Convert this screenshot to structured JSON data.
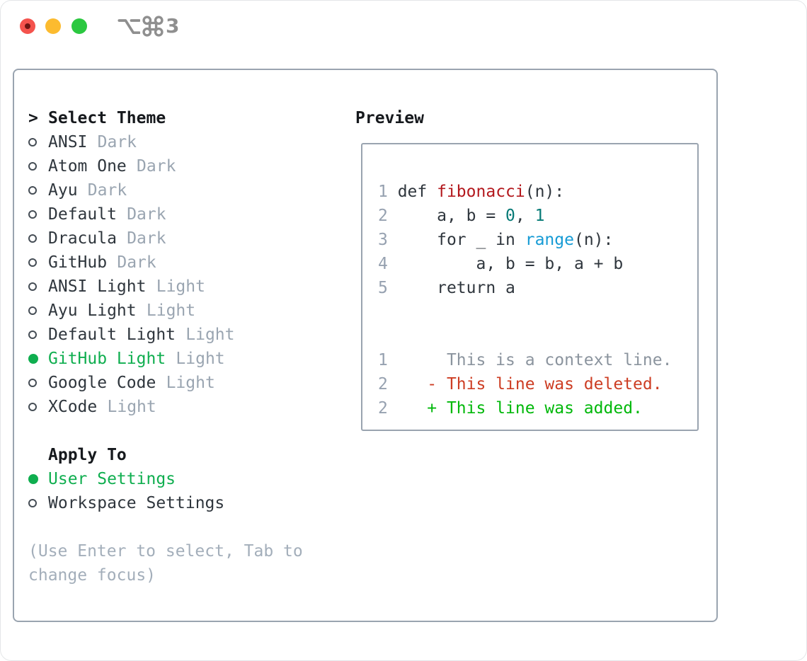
{
  "titlebar": {
    "shortcut_number": "3",
    "traffic_lights": [
      "close",
      "minimize",
      "zoom"
    ]
  },
  "colors": {
    "selected_green": "#0fae4f",
    "added_green": "#00b80a",
    "deleted_red": "#cd3d23",
    "function_red": "#b3181d",
    "number_teal": "#067a76",
    "builtin_blue": "#169bd5",
    "muted_gray": "#9aa5b1",
    "border_gray": "#9aa4b0"
  },
  "theme_picker": {
    "prompt": ">",
    "title": "Select Theme",
    "items": [
      {
        "label": "ANSI",
        "suffix": "Dark",
        "selected": false
      },
      {
        "label": "Atom One",
        "suffix": "Dark",
        "selected": false
      },
      {
        "label": "Ayu",
        "suffix": "Dark",
        "selected": false
      },
      {
        "label": "Default",
        "suffix": "Dark",
        "selected": false
      },
      {
        "label": "Dracula",
        "suffix": "Dark",
        "selected": false
      },
      {
        "label": "GitHub",
        "suffix": "Dark",
        "selected": false
      },
      {
        "label": "ANSI Light",
        "suffix": "Light",
        "selected": false
      },
      {
        "label": "Ayu Light",
        "suffix": "Light",
        "selected": false
      },
      {
        "label": "Default Light",
        "suffix": "Light",
        "selected": false
      },
      {
        "label": "GitHub Light",
        "suffix": "Light",
        "selected": true
      },
      {
        "label": "Google Code",
        "suffix": "Light",
        "selected": false
      },
      {
        "label": "XCode",
        "suffix": "Light",
        "selected": false
      }
    ]
  },
  "apply_to": {
    "title": "Apply To",
    "options": [
      {
        "label": "User Settings",
        "selected": true
      },
      {
        "label": "Workspace Settings",
        "selected": false
      }
    ]
  },
  "hint": {
    "line1": "(Use Enter to select, Tab to",
    "line2": "change focus)"
  },
  "preview": {
    "title": "Preview",
    "lines": [
      {
        "n": "1",
        "s0": " def ",
        "s1": "fibonacci",
        "s2": "(n):"
      },
      {
        "n": "2",
        "s0": "     a, b = ",
        "s1": "0",
        "s2": ", ",
        "s3": "1"
      },
      {
        "n": "3",
        "s0": "     for _ in ",
        "s1": "range",
        "s2": "(n):"
      },
      {
        "n": "4",
        "s0": "         a, b = b, a + b"
      },
      {
        "n": "5",
        "s0": "     return a"
      },
      {
        "n": "1",
        "s0": "      This is a context line."
      },
      {
        "n": "2",
        "s0": "    - This line was deleted."
      },
      {
        "n": "2",
        "s0": "    + This line was added."
      }
    ]
  }
}
